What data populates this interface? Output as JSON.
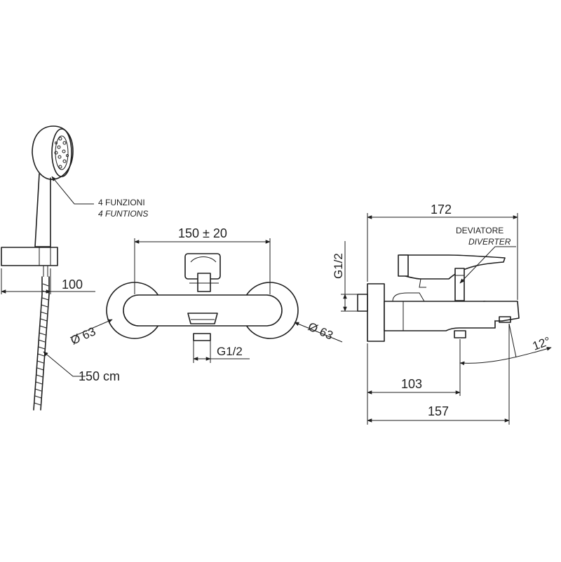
{
  "dims": {
    "width_150": "150 ± 20",
    "dia_left": "Ø 63",
    "dia_right": "Ø 63",
    "g12_bottom": "G1/2",
    "g12_side": "G1/2",
    "d172": "172",
    "d103": "103",
    "d157": "157",
    "angle": "12°",
    "d100": "100",
    "hose": "150 cm"
  },
  "notes": {
    "funzioni_it": "4 FUNZIONI",
    "funzioni_en": "4 FUNTIONS",
    "deviatore_it": "DEVIATORE",
    "deviatore_en": "DIVERTER"
  }
}
